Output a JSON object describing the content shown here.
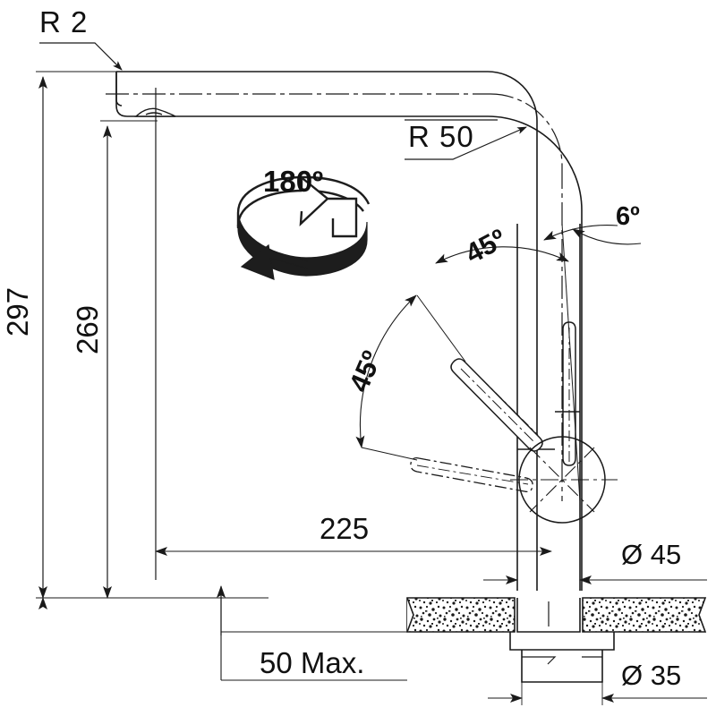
{
  "drawing": {
    "title": "Kitchen mixer tap dimensional drawing",
    "units": "mm",
    "line_color": "#1a1a1a",
    "hatch_color": "#222222"
  },
  "annotations": {
    "radius_small": "R 2",
    "radius_large": "R 50",
    "swivel": "180º",
    "tilt": "6º",
    "spray_angle_upper": "45º",
    "spray_angle_lower": "45º",
    "height_total": "297",
    "height_spout": "269",
    "reach": "225",
    "deck_thickness": "50 Max.",
    "body_diameter": "Ø 45",
    "hole_diameter": "Ø 35"
  },
  "icons": {
    "rotation": "rotation-180-arrow-icon",
    "arrowhead": "dimension-arrow-icon"
  }
}
